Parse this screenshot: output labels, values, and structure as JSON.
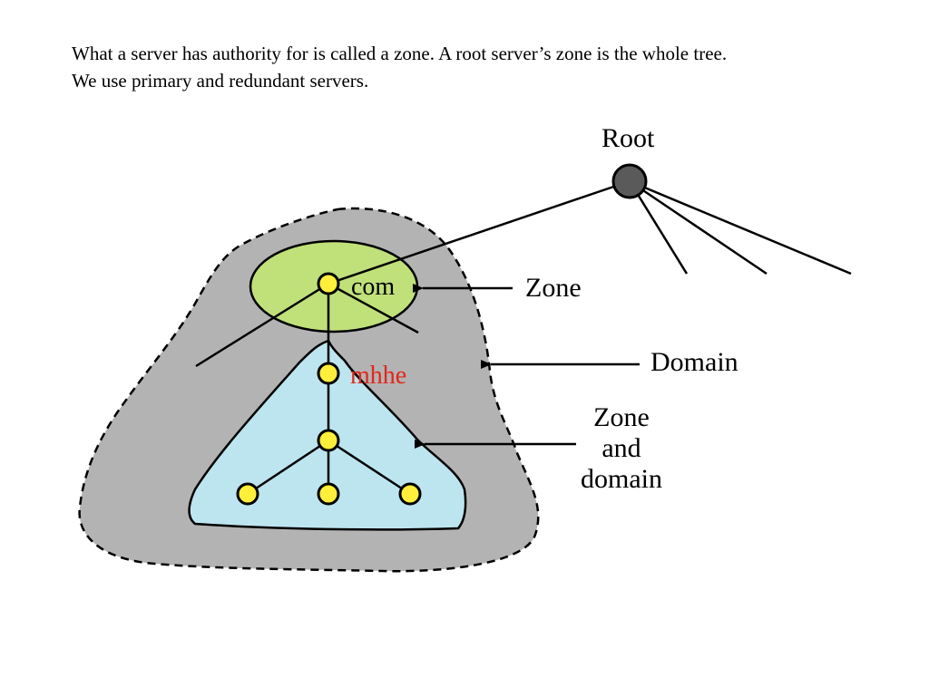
{
  "caption": {
    "line1": "What a server has authority for is called a zone. A root server’s zone is the whole tree.",
    "line2": "We use primary and redundant servers."
  },
  "diagram": {
    "root_label": "Root",
    "com_label": "com",
    "mhhe_label": "mhhe",
    "zone_label": "Zone",
    "domain_label": "Domain",
    "zone_and_domain_label": {
      "line1": "Zone",
      "line2": "and",
      "line3": "domain"
    },
    "colors": {
      "domain_fill": "#b3b3b3",
      "zone_fill": "#c0e07a",
      "zone_domain_fill": "#bde5ef",
      "node_fill": "#ffef3a",
      "root_fill": "#5a5a5a",
      "mhhe_text": "#e3261b"
    }
  }
}
